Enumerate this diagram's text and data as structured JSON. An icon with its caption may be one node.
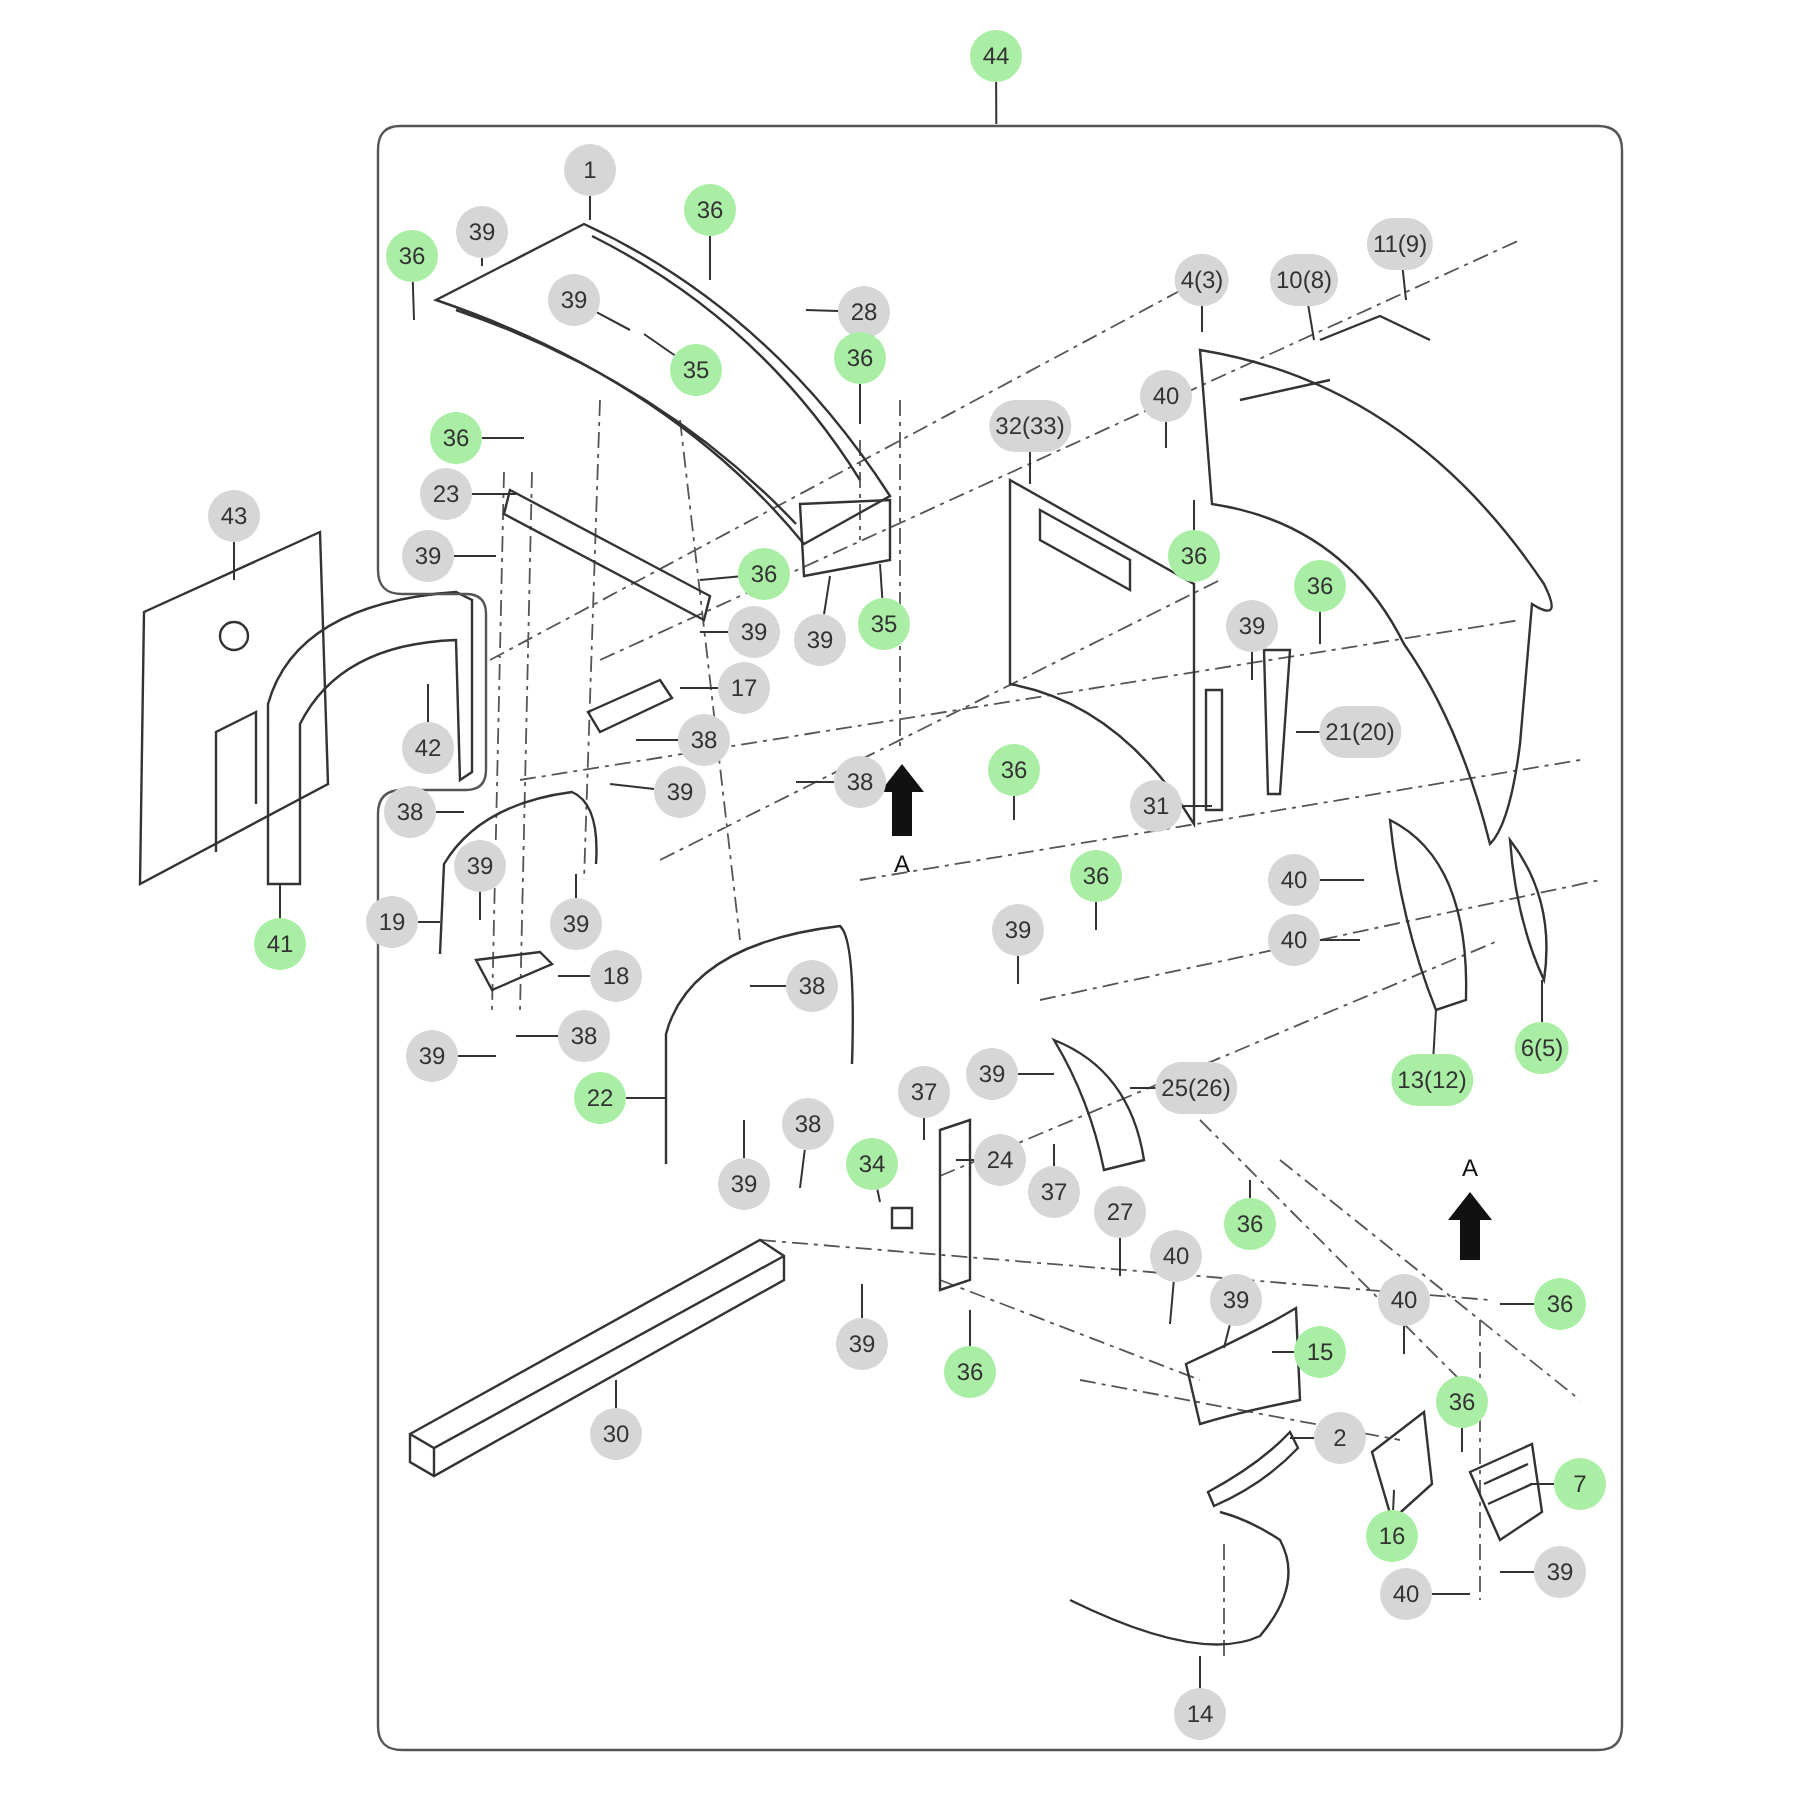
{
  "diagram": {
    "nodes": [
      {
        "text": [
          "44"
        ]
      },
      {
        "text": [],
        "shape": "box"
      },
      {
        "text": [
          "39"
        ],
        "in": 1
      },
      {
        "text": [
          "1"
        ],
        "in": 1
      },
      {
        "text": [
          "36"
        ],
        "in": 1
      },
      {
        "text": [
          "36"
        ],
        "in": 1
      },
      {
        "text": [
          "39"
        ],
        "in": 1
      },
      {
        "text": [
          "28"
        ],
        "in": 1
      },
      {
        "text": [
          "35"
        ],
        "in": 1
      },
      {
        "text": [
          "36"
        ],
        "in": 1
      },
      {
        "text": [
          "32(33)"
        ],
        "in": 1
      },
      {
        "text": [
          "4(3)"
        ],
        "in": 1
      },
      {
        "text": [
          "10(8)"
        ],
        "in": 1
      },
      {
        "text": [
          "11(9)"
        ],
        "in": 1
      },
      {
        "text": [
          "40"
        ],
        "in": 1
      },
      {
        "text": [
          "36"
        ],
        "in": 1
      },
      {
        "text": [
          "23"
        ],
        "in": 1
      },
      {
        "text": [
          "39"
        ],
        "in": 1
      },
      {
        "text": [
          "36"
        ],
        "in": 1
      },
      {
        "text": [
          "39"
        ],
        "in": 1
      },
      {
        "text": [
          "39"
        ],
        "in": 1
      },
      {
        "text": [
          "35"
        ],
        "in": 1
      },
      {
        "text": [
          "36"
        ],
        "in": 1
      },
      {
        "text": [
          "36"
        ],
        "in": 1
      },
      {
        "text": [
          "39"
        ],
        "in": 1
      },
      {
        "text": [
          "43"
        ]
      },
      {
        "text": [
          "42"
        ]
      },
      {
        "text": [
          "17"
        ],
        "in": 1
      },
      {
        "text": [
          "38"
        ],
        "in": 1
      },
      {
        "text": [
          "39"
        ],
        "in": 1
      },
      {
        "text": [
          "38"
        ],
        "in": 1
      },
      {
        "text": [
          "21(20)"
        ],
        "in": 1
      },
      {
        "text": [
          "36"
        ],
        "in": 1
      },
      {
        "text": [
          "31"
        ],
        "in": 1
      },
      {
        "text": [
          "38"
        ],
        "in": 1
      },
      {
        "text": [
          "39"
        ],
        "in": 1
      },
      {
        "text": [
          "19"
        ],
        "in": 1
      },
      {
        "text": [
          "39"
        ],
        "in": 1
      },
      {
        "text": [
          "41"
        ]
      },
      {
        "text": [
          "18"
        ],
        "in": 1
      },
      {
        "text": [
          "38"
        ],
        "in": 1
      },
      {
        "text": [
          "38"
        ],
        "in": 1
      },
      {
        "text": [
          "39"
        ],
        "in": 1
      },
      {
        "text": [
          "22"
        ],
        "in": 1
      },
      {
        "text": [
          "39"
        ],
        "in": 1
      },
      {
        "text": [
          "36"
        ],
        "in": 1
      },
      {
        "text": [
          "39"
        ],
        "in": 1
      },
      {
        "text": [
          "40"
        ],
        "in": 1
      },
      {
        "text": [
          "40"
        ],
        "in": 1
      },
      {
        "text": [
          "13(12)"
        ],
        "in": 1
      },
      {
        "text": [
          "6(5)"
        ],
        "in": 1
      },
      {
        "text": [
          "39"
        ],
        "in": 1
      },
      {
        "text": [
          "25(26)"
        ],
        "in": 1
      },
      {
        "text": [
          "37"
        ],
        "in": 1
      },
      {
        "text": [
          "38"
        ],
        "in": 1
      },
      {
        "text": [
          "34"
        ],
        "in": 1
      },
      {
        "text": [
          "24"
        ],
        "in": 1
      },
      {
        "text": [
          "37"
        ],
        "in": 1
      },
      {
        "text": [
          "27"
        ],
        "in": 1
      },
      {
        "text": [
          "36"
        ],
        "in": 1
      },
      {
        "text": [
          "40"
        ],
        "in": 1
      },
      {
        "text": [
          "39"
        ],
        "in": 1
      },
      {
        "text": [
          "39"
        ],
        "in": 1
      },
      {
        "text": [
          "36"
        ],
        "in": 1
      },
      {
        "text": [
          "15"
        ],
        "in": 1
      },
      {
        "text": [
          "40"
        ],
        "in": 1
      },
      {
        "text": [
          "36"
        ],
        "in": 1
      },
      {
        "text": [
          "36"
        ],
        "in": 1
      },
      {
        "text": [
          "2"
        ],
        "in": 1
      },
      {
        "text": [
          "7"
        ],
        "in": 1
      },
      {
        "text": [
          "16"
        ],
        "in": 1
      },
      {
        "text": [
          "39"
        ],
        "in": 1
      },
      {
        "text": [
          "40"
        ],
        "in": 1
      },
      {
        "text": [
          "30"
        ],
        "in": 1
      },
      {
        "text": [
          "14"
        ],
        "in": 1
      }
    ],
    "edges": [
      {
        "from": 0,
        "to": 1,
        "arrow": "none"
      },
      {
        "from": 2,
        "to": null,
        "arrow": "none"
      },
      {
        "from": 3,
        "to": null,
        "arrow": "none"
      },
      {
        "from": 4,
        "to": null,
        "arrow": "none"
      },
      {
        "from": 5,
        "to": null,
        "arrow": "none"
      },
      {
        "from": 6,
        "to": null,
        "arrow": "none"
      },
      {
        "from": 7,
        "to": null,
        "arrow": "none"
      },
      {
        "from": 8,
        "to": null,
        "arrow": "none"
      },
      {
        "from": 9,
        "to": null,
        "arrow": "none"
      },
      {
        "from": 10,
        "to": null,
        "arrow": "none"
      },
      {
        "from": 11,
        "to": null,
        "arrow": "none"
      },
      {
        "from": 12,
        "to": null,
        "arrow": "none"
      },
      {
        "from": 13,
        "to": null,
        "arrow": "none"
      },
      {
        "from": 14,
        "to": null,
        "arrow": "none"
      },
      {
        "from": 15,
        "to": null,
        "arrow": "none"
      },
      {
        "from": 16,
        "to": null,
        "arrow": "none"
      },
      {
        "from": 17,
        "to": null,
        "arrow": "none"
      },
      {
        "from": 18,
        "to": null,
        "arrow": "none"
      },
      {
        "from": 19,
        "to": null,
        "arrow": "none"
      },
      {
        "from": 20,
        "to": null,
        "arrow": "none"
      },
      {
        "from": 21,
        "to": null,
        "arrow": "none"
      },
      {
        "from": 22,
        "to": null,
        "arrow": "none"
      },
      {
        "from": 23,
        "to": null,
        "arrow": "none"
      },
      {
        "from": 24,
        "to": null,
        "arrow": "none"
      },
      {
        "from": 25,
        "to": null,
        "arrow": "none"
      },
      {
        "from": 26,
        "to": null,
        "arrow": "none"
      },
      {
        "from": 27,
        "to": null,
        "arrow": "none"
      },
      {
        "from": 28,
        "to": null,
        "arrow": "none"
      },
      {
        "from": 29,
        "to": null,
        "arrow": "none"
      },
      {
        "from": 30,
        "to": null,
        "arrow": "none"
      },
      {
        "from": 31,
        "to": null,
        "arrow": "none"
      },
      {
        "from": 32,
        "to": null,
        "arrow": "none"
      },
      {
        "from": 33,
        "to": null,
        "arrow": "none"
      },
      {
        "from": 34,
        "to": null,
        "arrow": "none"
      },
      {
        "from": 35,
        "to": null,
        "arrow": "none"
      },
      {
        "from": 36,
        "to": null,
        "arrow": "none"
      },
      {
        "from": 37,
        "to": null,
        "arrow": "none"
      },
      {
        "from": 38,
        "to": null,
        "arrow": "none"
      },
      {
        "from": 39,
        "to": null,
        "arrow": "none"
      },
      {
        "from": 40,
        "to": null,
        "arrow": "none"
      },
      {
        "from": 41,
        "to": null,
        "arrow": "none"
      },
      {
        "from": 42,
        "to": null,
        "arrow": "none"
      },
      {
        "from": 43,
        "to": null,
        "arrow": "none"
      },
      {
        "from": 44,
        "to": null,
        "arrow": "none"
      },
      {
        "from": 45,
        "to": null,
        "arrow": "none"
      },
      {
        "from": 46,
        "to": null,
        "arrow": "none"
      },
      {
        "from": 47,
        "to": null,
        "arrow": "none"
      },
      {
        "from": 48,
        "to": null,
        "arrow": "none"
      },
      {
        "from": 49,
        "to": null,
        "arrow": "none"
      },
      {
        "from": 50,
        "to": null,
        "arrow": "none"
      },
      {
        "from": 51,
        "to": null,
        "arrow": "none"
      },
      {
        "from": 52,
        "to": null,
        "arrow": "none"
      },
      {
        "from": 53,
        "to": null,
        "arrow": "none"
      },
      {
        "from": 54,
        "to": null,
        "arrow": "none"
      },
      {
        "from": 55,
        "to": null,
        "arrow": "none"
      },
      {
        "from": 56,
        "to": null,
        "arrow": "none"
      },
      {
        "from": 57,
        "to": null,
        "arrow": "none"
      },
      {
        "from": 58,
        "to": null,
        "arrow": "none"
      },
      {
        "from": 59,
        "to": null,
        "arrow": "none"
      },
      {
        "from": 60,
        "to": null,
        "arrow": "none"
      },
      {
        "from": 61,
        "to": null,
        "arrow": "none"
      },
      {
        "from": 62,
        "to": null,
        "arrow": "none"
      },
      {
        "from": 63,
        "to": null,
        "arrow": "none"
      },
      {
        "from": 64,
        "to": null,
        "arrow": "none"
      },
      {
        "from": 65,
        "to": null,
        "arrow": "none"
      },
      {
        "from": 66,
        "to": null,
        "arrow": "none"
      },
      {
        "from": 67,
        "to": null,
        "arrow": "none"
      },
      {
        "from": 68,
        "to": null,
        "arrow": "none"
      },
      {
        "from": 69,
        "to": null,
        "arrow": "none"
      },
      {
        "from": 70,
        "to": null,
        "arrow": "none"
      },
      {
        "from": 71,
        "to": null,
        "arrow": "none"
      },
      {
        "from": 72,
        "to": null,
        "arrow": "none"
      },
      {
        "from": 73,
        "to": null,
        "arrow": "none"
      },
      {
        "from": 74,
        "to": null,
        "arrow": "none"
      }
    ],
    "labels": [
      "A",
      "A"
    ]
  }
}
